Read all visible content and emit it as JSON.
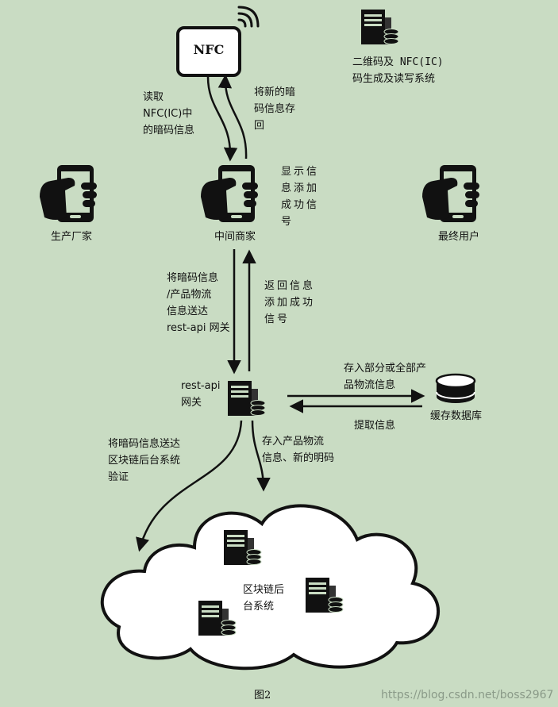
{
  "nfc_tag": {
    "label": "NFC"
  },
  "qr_system": {
    "label": "二维码及 NFC(IC)\n码生成及读写系统"
  },
  "edges": {
    "read_nfc": "读取\nNFC(IC)中\n的暗码信息",
    "write_back": "将新的暗\n码信息存\n回",
    "show_success": "显示信\n息添加\n成功信\n号",
    "send_to_gateway": "将暗码信息\n/产品物流\n信息送达\nrest-api 网关",
    "return_success": "返回信息\n添加成功\n信号",
    "store_cache": "存入部分或全部产\n品物流信息",
    "fetch_info": "提取信息",
    "send_to_blockchain": "将暗码信息送达\n区块链后台系统\n验证",
    "store_blockchain": "存入产品物流\n信息、新的明码"
  },
  "nodes": {
    "manufacturer": "生产厂家",
    "middleman": "中间商家",
    "end_user": "最终用户",
    "gateway": "rest-api\n网关",
    "cache_db": "缓存数据库",
    "blockchain": "区块链后\n台系统"
  },
  "caption": "图2",
  "watermark": "https://blog.csdn.net/boss2967",
  "colors": {
    "background": "#c9dcc3",
    "ink": "#111111",
    "cloud_fill": "#ffffff"
  }
}
